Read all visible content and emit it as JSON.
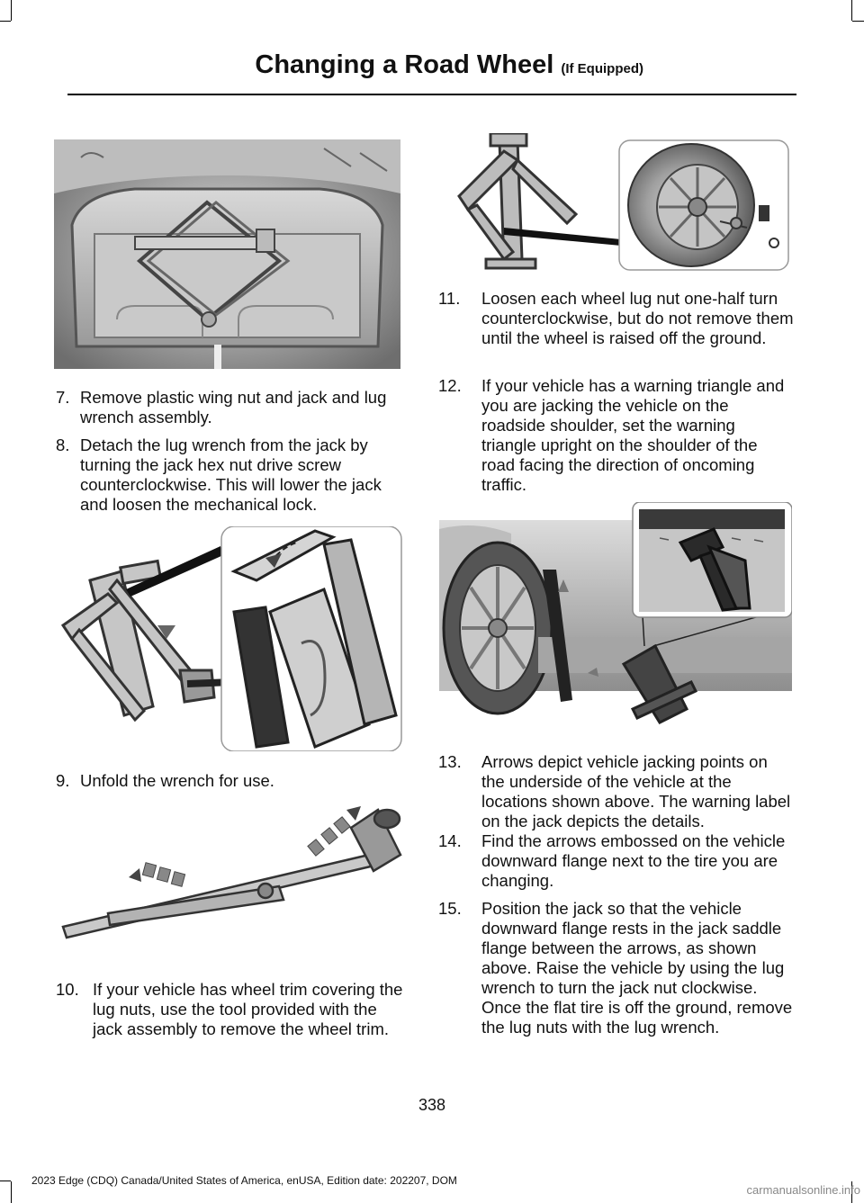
{
  "header": {
    "title": "Changing a Road Wheel",
    "subtitle": "(If Equipped)"
  },
  "steps": [
    {
      "num": "7.",
      "text": "Remove plastic wing nut and jack and lug wrench assembly."
    },
    {
      "num": "8.",
      "text": "Detach the lug wrench from the jack by turning the jack hex nut drive screw counterclockwise. This will lower the jack and loosen the mechanical lock."
    },
    {
      "num": "9.",
      "text": "Unfold the wrench for use."
    },
    {
      "num": "10.",
      "text": "If your vehicle has wheel trim covering the lug nuts, use the tool provided with the jack assembly to remove the wheel trim."
    },
    {
      "num": "11.",
      "text": "Loosen each wheel lug nut one-half turn counterclockwise, but do not remove them until the wheel is raised off the ground."
    },
    {
      "num": "12.",
      "text": "If your vehicle has a warning triangle and you are jacking the vehicle on the roadside shoulder, set the warning triangle upright on the shoulder of the road facing the direction of oncoming traffic."
    },
    {
      "num": "13.",
      "text": "Arrows depict vehicle jacking points on the underside of the vehicle at the locations shown above. The warning label on the jack depicts the details."
    },
    {
      "num": "14.",
      "text": "Find the arrows embossed on the vehicle downward flange next to the tire you are changing."
    },
    {
      "num": "15.",
      "text": "Position the jack so that the vehicle downward flange rests in the jack saddle flange between the arrows, as shown above. Raise the vehicle by using the lug wrench to turn the jack nut clockwise. Once the flat tire is off the ground, remove the lug nuts with the lug wrench."
    }
  ],
  "page_number": "338",
  "footer": "2023 Edge (CDQ) Canada/United States of America, enUSA, Edition date: 202207, DOM",
  "watermark": "carmanualsonline.info"
}
